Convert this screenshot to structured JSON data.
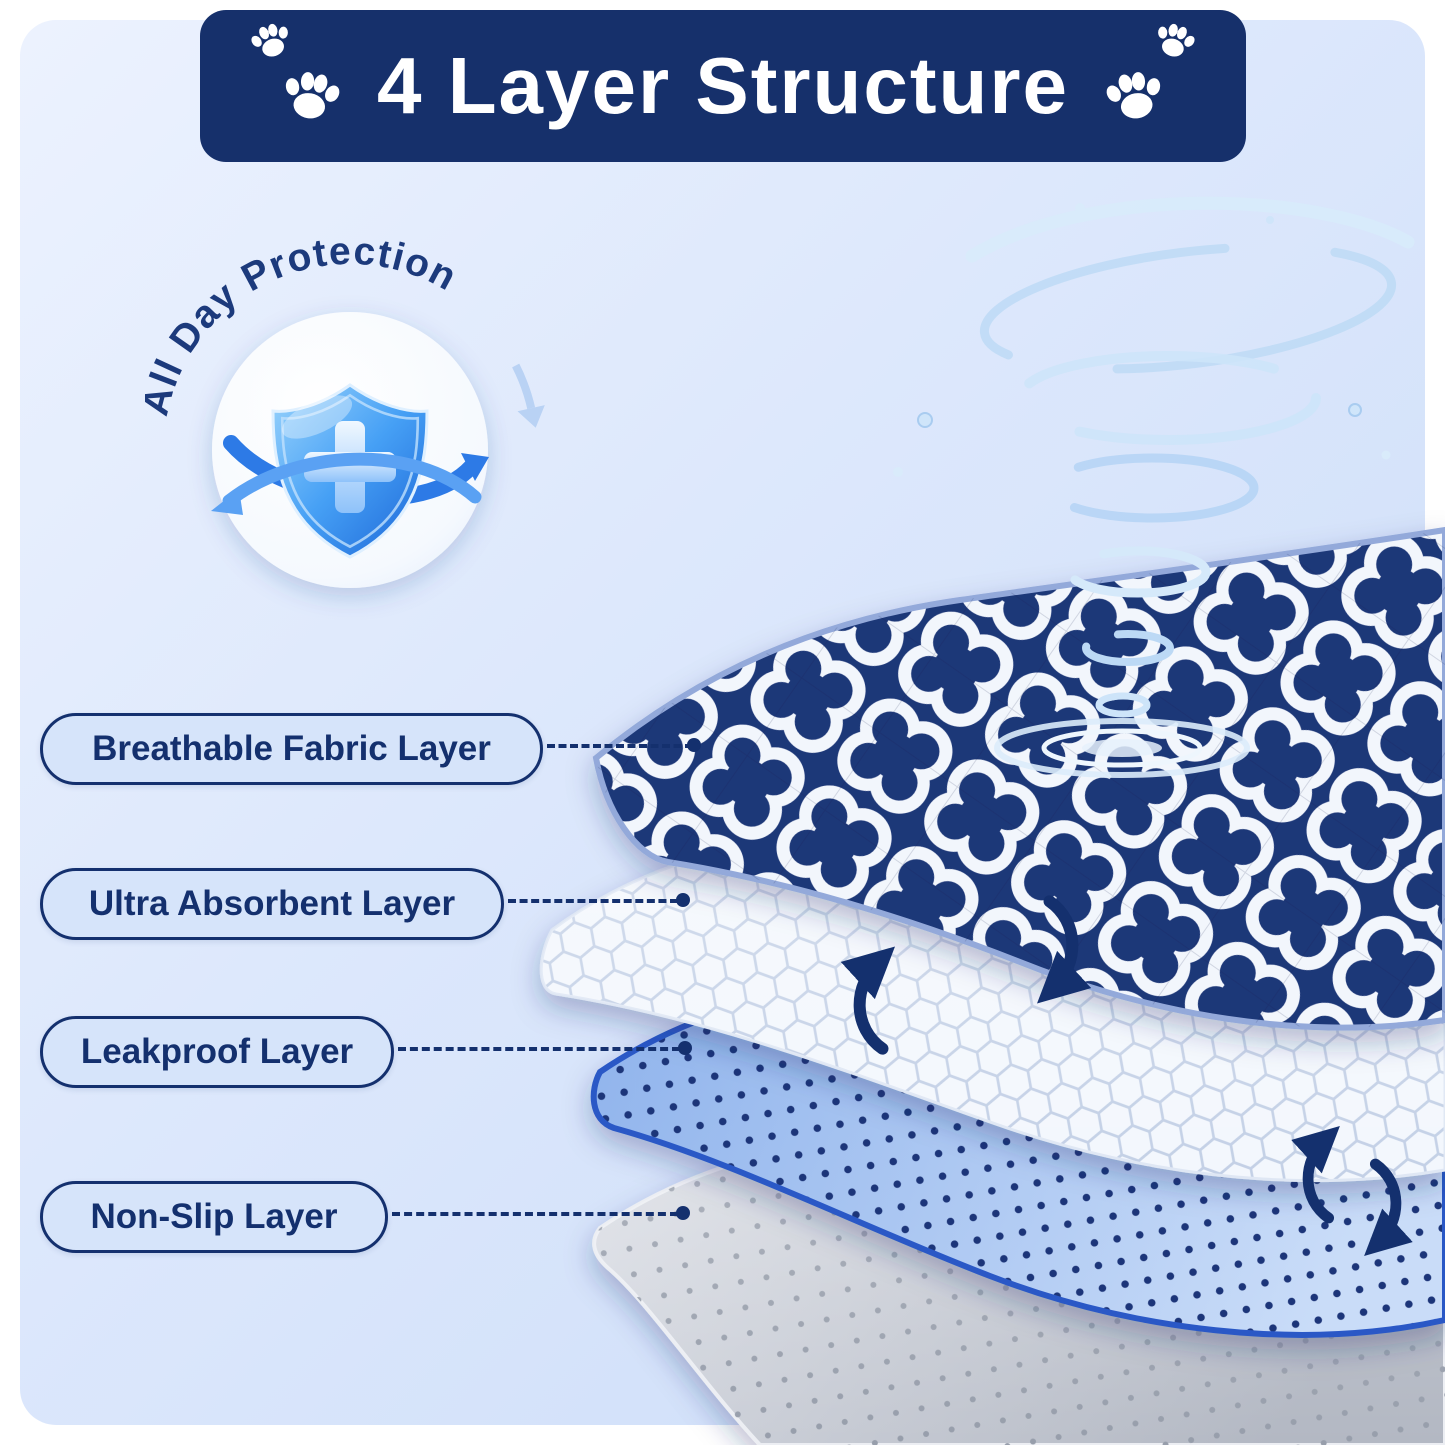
{
  "title": "4 Layer Structure",
  "badge": {
    "text": "All Day Protection"
  },
  "labels": [
    {
      "text": "Breathable Fabric Layer"
    },
    {
      "text": "Ultra Absorbent Layer"
    },
    {
      "text": "Leakproof Layer"
    },
    {
      "text": "Non-Slip Layer"
    }
  ],
  "icons": {
    "paw": "paw-icon",
    "shield": "shield-cross-icon",
    "tornado": "water-vortex-icon",
    "airflow": "airflow-cycle-arrows-icon",
    "ripple": "water-ripple-icon"
  },
  "colors": {
    "header_bg": "#16306b",
    "title_text": "#ffffff",
    "label_text": "#14306e",
    "label_bg": "#d6e4fa",
    "label_border": "#14306e",
    "layer_breathable_navy": "#1e3778",
    "layer_absorbent_white": "#f3f7fd",
    "layer_leakproof_blue": "#a5c1f0",
    "layer_nonslip_gray": "#c6cad3",
    "background": "#dde8fc",
    "shield_blue": "#2f7fe8"
  }
}
